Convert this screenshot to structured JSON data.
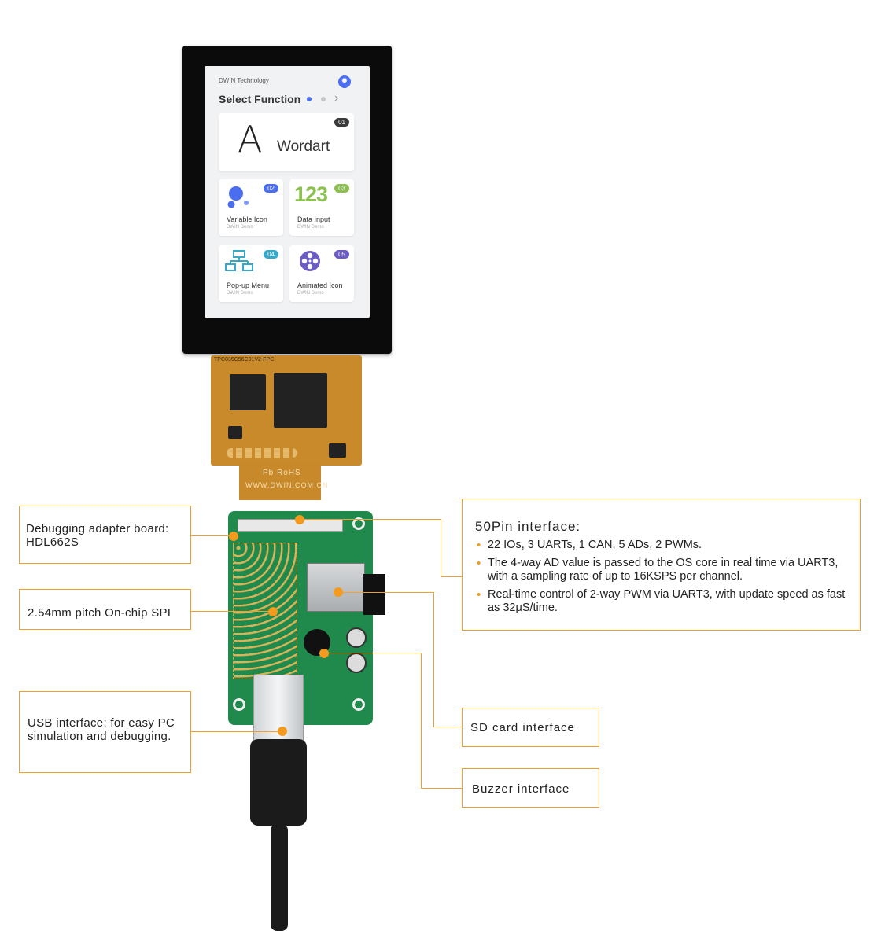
{
  "screen": {
    "company": "DWIN Technology",
    "title": "Select Function",
    "accent_color": "#4b6df0",
    "cards": [
      {
        "label": "Wordart",
        "badge": "01",
        "badge_color": "#3a3a3a",
        "icon": "wordart-a-icon",
        "glyph": "A"
      },
      {
        "label": "Variable Icon",
        "badge": "02",
        "badge_color": "#4b6df0",
        "subtitle": "DWIN Demo",
        "icon": "variable-bubbles-icon"
      },
      {
        "label": "Data Input",
        "badge": "03",
        "badge_color": "#8cc152",
        "subtitle": "DWIN Demo",
        "icon": "data-input-123-icon",
        "glyph": "123"
      },
      {
        "label": "Pop-up Menu",
        "badge": "04",
        "badge_color": "#36a9c8",
        "subtitle": "DWIN Demo",
        "icon": "popup-menu-tree-icon"
      },
      {
        "label": "Animated Icon",
        "badge": "05",
        "badge_color": "#6b5cc8",
        "subtitle": "DWIN Demo",
        "icon": "film-reel-icon"
      }
    ]
  },
  "fpc": {
    "part_number": "TPC035C56C01V2-FPC",
    "url": "WWW.DWIN.COM.CN",
    "marks": "Pb RoHS"
  },
  "callouts": {
    "adapter_board": {
      "text": "Debugging adapter board:\nHDL662S"
    },
    "spi": {
      "text": "2.54mm pitch On-chip SPI"
    },
    "usb": {
      "text": "USB interface: for easy PC\nsimulation and debugging."
    },
    "interface50": {
      "title": "50Pin interface:",
      "items": [
        "22 IOs, 3 UARTs, 1 CAN, 5 ADs, 2 PWMs.",
        "The 4-way AD value is passed to the OS core in real time via UART3, with a sampling rate of up to 16KSPS per channel.",
        "Real-time control of 2-way PWM via UART3, with update speed as fast as 32μS/time."
      ]
    },
    "sd": {
      "text": "SD card interface"
    },
    "buzzer": {
      "text": "Buzzer interface"
    }
  },
  "colors": {
    "callout_orange": "#f0a030",
    "dot_orange": "#f39a1f",
    "pcb_green": "#1f8a4c",
    "fpc_amber": "#c98a2c"
  }
}
